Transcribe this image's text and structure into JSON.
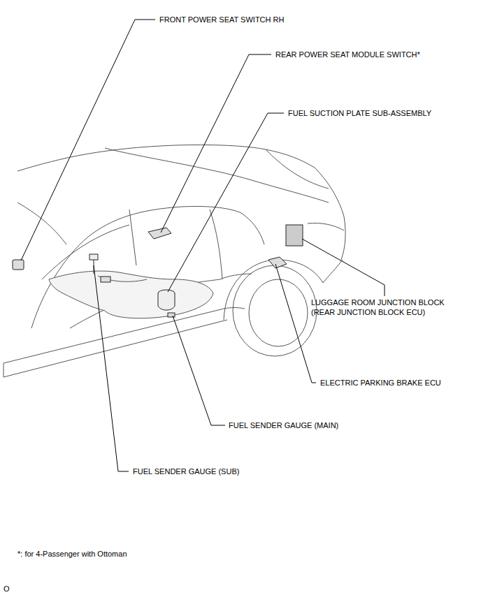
{
  "diagram": {
    "labels": [
      "FRONT POWER SEAT SWITCH RH",
      "REAR POWER SEAT MODULE SWITCH*",
      "FUEL SUCTION PLATE SUB-ASSEMBLY",
      "LUGGAGE ROOM JUNCTION BLOCK (REAR JUNCTION BLOCK ECU)",
      "ELECTRIC PARKING BRAKE ECU",
      "FUEL SENDER GAUGE (MAIN)",
      "FUEL SENDER GAUGE (SUB)",
      "*: for 4-Passenger with Ottoman",
      "O"
    ]
  }
}
